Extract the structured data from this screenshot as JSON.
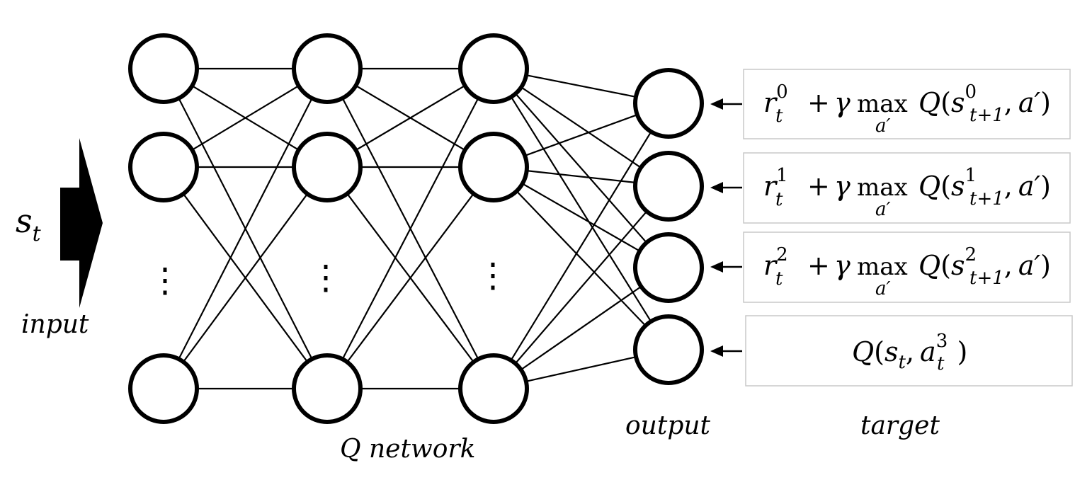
{
  "input": {
    "state_symbol": "s",
    "state_subscript": "t",
    "label": "input"
  },
  "network": {
    "label": "Q network",
    "ellipsis": "⋮"
  },
  "output": {
    "label": "output"
  },
  "target": {
    "label": "target",
    "rows": [
      {
        "r": "r",
        "r_sup": "0",
        "r_sub": "t",
        "plus": "+",
        "gamma": "γ",
        "max": "max",
        "max_sub": "a′",
        "Q": "Q",
        "open": "(",
        "s": "s",
        "s_sup": "0",
        "s_sub": "t+1",
        "comma": ",",
        "a": "a′",
        "close": ")"
      },
      {
        "r": "r",
        "r_sup": "1",
        "r_sub": "t",
        "plus": "+",
        "gamma": "γ",
        "max": "max",
        "max_sub": "a′",
        "Q": "Q",
        "open": "(",
        "s": "s",
        "s_sup": "1",
        "s_sub": "t+1",
        "comma": ",",
        "a": "a′",
        "close": ")"
      },
      {
        "r": "r",
        "r_sup": "2",
        "r_sub": "t",
        "plus": "+",
        "gamma": "γ",
        "max": "max",
        "max_sub": "a′",
        "Q": "Q",
        "open": "(",
        "s": "s",
        "s_sup": "2",
        "s_sub": "t+1",
        "comma": ",",
        "a": "a′",
        "close": ")"
      }
    ],
    "last": {
      "Q": "Q",
      "open": "(",
      "s": "s",
      "s_sub": "t",
      "comma": ",",
      "a": "a",
      "a_sup": "3",
      "a_sub": "t",
      "close": ")",
      "color": "#ff0000"
    }
  }
}
